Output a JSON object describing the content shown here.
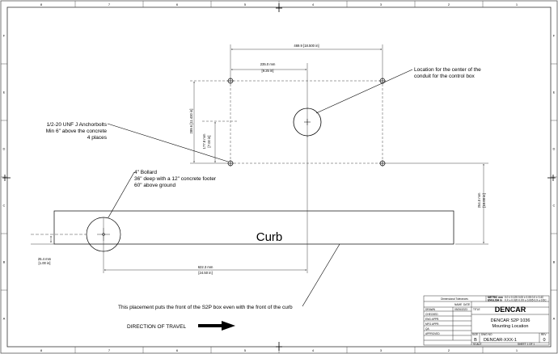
{
  "sheet": {
    "border_col_numbers": [
      "8",
      "7",
      "6",
      "5",
      "4",
      "3",
      "2",
      "1"
    ],
    "border_row_letters": [
      "F",
      "E",
      "D",
      "C",
      "B",
      "A"
    ]
  },
  "dimensions": {
    "top_overall": "469.9 [18.500 in]",
    "top_center": "235.0 mm [9.25 in]",
    "vertical_left": "289.6 [11.400 in]",
    "vertical_inner": "177.8 mm [7.00 in]",
    "vertical_right": "254.0 mm [10.00 in]",
    "bottom_horizontal": "622.3 mm [24.50 in]",
    "left_small_1": "25.4 mm",
    "left_small_2": "[1.00 in]"
  },
  "callouts": {
    "conduit_line1": "Location for the center of the",
    "conduit_line2": "conduit for the control box",
    "anchor_line1": "1/2-20 UNF J Anchorbolts",
    "anchor_line2": "Min 6\" above the concrete",
    "anchor_line3": "4 places",
    "bollard_line1": "4\" Bollard",
    "bollard_line2": "36\" deep with a 12\" concrete footer",
    "bollard_line3": "60\" above ground",
    "curb": "Curb",
    "placement_note": "This placement puts the front of the S2P box even with the front of the curb",
    "direction": "DIRECTION OF TRAVEL"
  },
  "title_block": {
    "tolerances_header": "Dimensional Tolerances",
    "metric_label": "METRIC mm",
    "english_label": "ENGLISH in",
    "metric_tol": "0.0 ± 0.125    0.00 ± 0.05    0.0 ± 0.4C",
    "english_tol": "0.X ± 0.020    0.XX ± 0.005    0.X ± 0.5C",
    "name_label": "NAME",
    "date_label": "DATE",
    "drawn_label": "DRAWN",
    "drawn_date": "09/26/2023",
    "checked_label": "CHECKED",
    "eng_label": "ENG APPR.",
    "mfg_label": "MFG APPR.",
    "qa_label": "QA",
    "approved_label": "APPROVED",
    "title_label": "TITLE",
    "company": "DENCAR",
    "title_line1": "DENCAR S2P 1036",
    "title_line2": "Mounting Location",
    "size_label": "SIZE",
    "size_value": "B",
    "dwg_label": "DWG NO",
    "dwg_value": "DENCAR-XXX-1",
    "rev_label": "REV",
    "rev_value": "0",
    "scale": "SCALE",
    "sheet": "SHEET 1 OF 1"
  }
}
